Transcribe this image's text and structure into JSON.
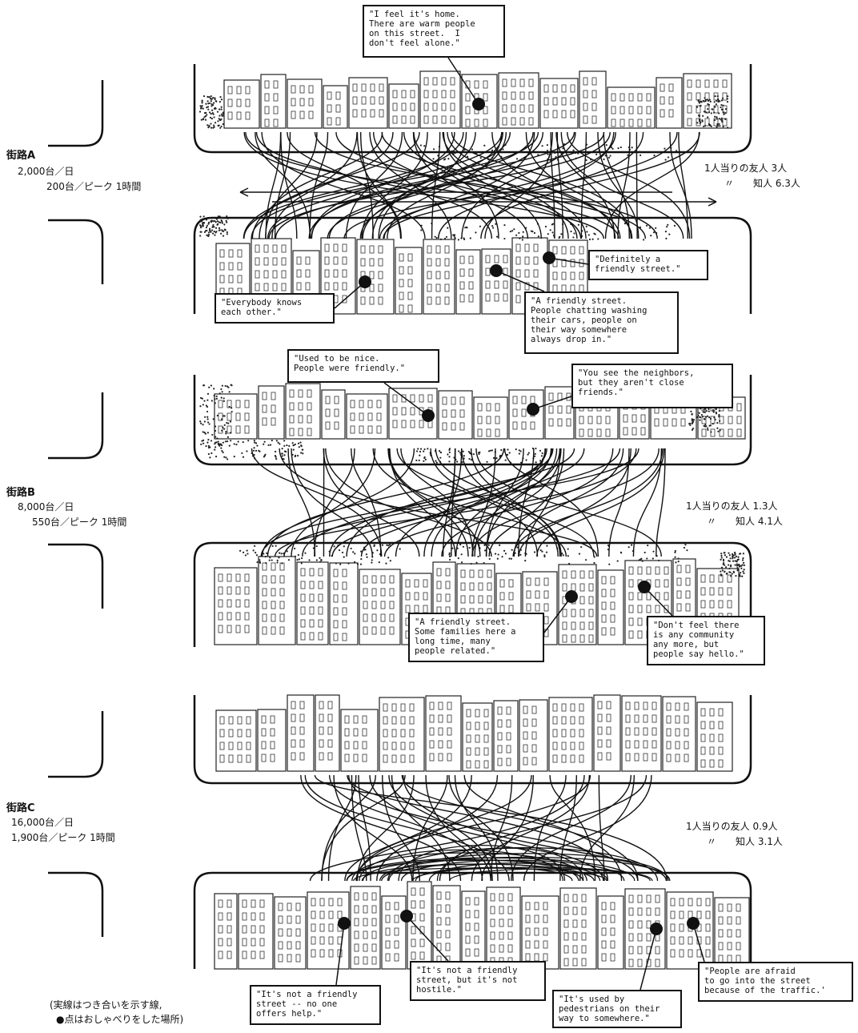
{
  "streets": [
    {
      "name": "街路A",
      "traffic_daily": "2,000台／日",
      "traffic_peak": "200台／ピーク 1時間",
      "friends": "1人当りの友人 3人",
      "acquaintances": "〃　　知人 6.3人"
    },
    {
      "name": "街路B",
      "traffic_daily": "8,000台／日",
      "traffic_peak": "550台／ピーク 1時間",
      "friends": "1人当りの友人 1.3人",
      "acquaintances": "〃　　知人 4.1人"
    },
    {
      "name": "街路C",
      "traffic_daily": "16,000台／日",
      "traffic_peak": "1,900台／ピーク 1時間",
      "friends": "1人当りの友人 0.9人",
      "acquaintances": "〃　　知人 3.1人"
    }
  ],
  "quotes": {
    "a1": "\"I feel it's home.\nThere are warm people\non this street.  I\ndon't feel alone.\"",
    "a2": "\"Definitely a\nfriendly street.\"",
    "a3": "\"Everybody knows\neach other.\"",
    "a4": "\"A friendly street.\nPeople chatting washing\ntheir cars, people on\ntheir way somewhere\nalways drop in.\"",
    "b1": "\"Used to be nice.\nPeople were friendly.\"",
    "b2": "\"You see the neighbors,\nbut they aren't close\nfriends.\"",
    "b3": "\"A friendly street.\nSome families here a\nlong time, many\npeople related.\"",
    "b4": "\"Don't feel there\nis any community\nany more, but\npeople say hello.\"",
    "c1": "\"It's not a friendly\nstreet, but it's not\nhostile.\"",
    "c2": "\"People are afraid\nto go into the street\nbecause of the traffic.'",
    "c3": "\"It's not a friendly\nstreet -- no one\noffers help.\"",
    "c4": "\"It's used by\npedestrians on their\nway to somewhere.\""
  },
  "legend": {
    "line1": "(実線はつき合いを示す線,",
    "line2": "●点はおしゃべりをした場所)"
  }
}
